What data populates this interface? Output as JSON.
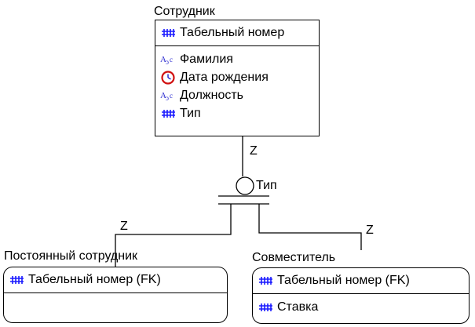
{
  "entities": {
    "employee": {
      "title": "Сотрудник",
      "key_attrs": [
        {
          "icon": "numeric-key-icon",
          "label": "Табельный номер"
        }
      ],
      "attrs": [
        {
          "icon": "text-type-icon",
          "label": "Фамилия"
        },
        {
          "icon": "date-type-icon",
          "label": "Дата рождения"
        },
        {
          "icon": "text-type-icon",
          "label": "Должность"
        },
        {
          "icon": "numeric-key-icon",
          "label": "Тип"
        }
      ]
    },
    "permanent": {
      "title": "Постоянный сотрудник",
      "key_attrs": [
        {
          "icon": "numeric-key-icon",
          "label": "Табельный номер (FK)"
        }
      ],
      "attrs": []
    },
    "parttime": {
      "title": "Совместитель",
      "key_attrs": [
        {
          "icon": "numeric-key-icon",
          "label": "Табельный номер (FK)"
        }
      ],
      "attrs": [
        {
          "icon": "numeric-key-icon",
          "label": "Ставка"
        }
      ]
    }
  },
  "subtype": {
    "discriminator": "Тип",
    "cardinality_parent": "Z",
    "cardinality_left": "Z",
    "cardinality_right": "Z"
  },
  "colors": {
    "key_icon": "#1a1aff",
    "text_icon": "#2a2ad0",
    "date_icon": "#d01010",
    "lines": "#000000"
  }
}
